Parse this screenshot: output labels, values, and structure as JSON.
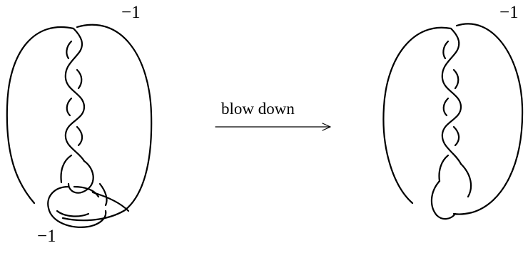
{
  "diagram": {
    "left_figure": {
      "framing_label": "−1",
      "small_circle_label": "−1"
    },
    "arrow": {
      "label": "blow down"
    },
    "right_figure": {
      "framing_label": "−1"
    },
    "colors": {
      "stroke": "#000000",
      "background": "#ffffff"
    }
  }
}
